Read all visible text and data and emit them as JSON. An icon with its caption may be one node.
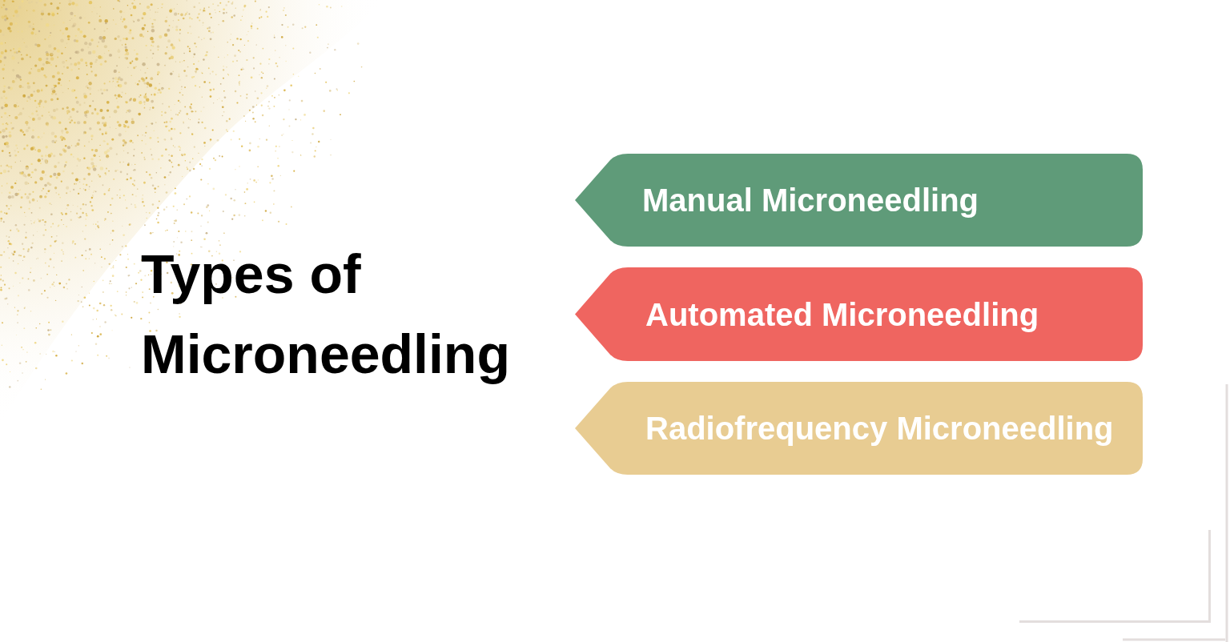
{
  "diagram": {
    "title": "Types of Microneedling",
    "nodes": [
      {
        "text": [
          "Manual Microneedling"
        ]
      },
      {
        "text": [
          "Automated Microneedling"
        ]
      },
      {
        "text": [
          "Radiofrequency Microneedling"
        ]
      }
    ]
  }
}
